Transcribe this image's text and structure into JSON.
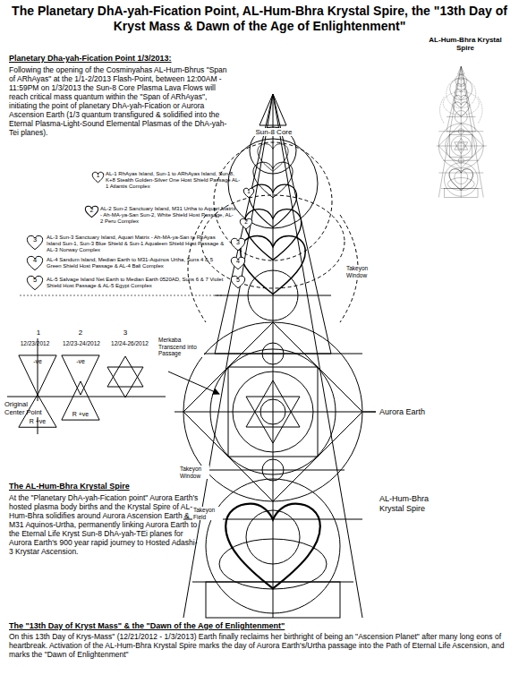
{
  "diagram": {
    "title": "The Planetary DhA-yah-Fication Point, AL-Hum-Bhra Krystal Spire, the \"13th Day of Kryst Mass & Dawn of the Age of Enlightenment\"",
    "nodes": [
      {
        "text": [
          "1"
        ]
      },
      {
        "text": [
          "2"
        ]
      },
      {
        "text": [
          "3"
        ]
      },
      {
        "text": [
          "4"
        ]
      },
      {
        "text": [
          "5"
        ]
      },
      {
        "text": [
          "1"
        ]
      },
      {
        "text": [
          "2"
        ]
      },
      {
        "text": [
          "3"
        ]
      },
      {
        "text": [
          "4"
        ]
      },
      {
        "text": [
          "5"
        ]
      },
      {
        "text": [
          "-ve"
        ]
      },
      {
        "text": [
          "R +ve"
        ]
      },
      {
        "text": [
          "-ve"
        ]
      },
      {
        "text": [
          "R +ve"
        ]
      }
    ],
    "labels": [
      "AL-Hum-Bhra Krystal Spire",
      "Planetary Dha-yah-Fication Point 1/3/2013:",
      "Following the opening of the Cosminyahas AL-Hum-Bhrus \"Span of ARhAyas\" at the 1/1-2/2013 Flash-Point, between 12:00AM - 11:59PM on 1/3/2013 the Sun-8 Core Plasma Lava Flows will reach critical mass quantum within the \"Span of ARhAyas\", initiating the point of planetary DhA-yah-Fication or Aurora Ascension Earth (1/3 quantum transfigured & solidified into the Eternal Plasma-Light-Sound Elemental Plasmas of the DhA-yah-Tei planes).",
      "Sun-8 Core",
      "AL-1 RhAyas Island, Sun-1 to ARhAyas Island, Sun-8, K+8 Stealth Golden-Silver One Host Shield Passage AL-1 Atlantis Complex",
      "AL-2 Sun-2 Sanctuary Island, M31 Urtha to Aquari Matrix - Ah-MA-ya-San Sun-2, White Shield Host Passage, AL-2 Peru Complex",
      "AL-3 Sun-3 Sanctuary Island, Aquari Matrix - Ah-MA-ya-San to RhAyas Island Sun-1, Sun-3 Blue Shield & Sun-1 Aqualeen Shield Host Passage & AL-3 Norway Complex",
      "AL-4 Sandum Island, Median Earth to M31-Aquinos Urtha, Suns 4 & 5 Green Shield Host Passage & AL-4 Bali Complex",
      "AL-5 Salvage Island Net Earth to Median Earth 0520AD, Suns 6 & 7 Violet Shield Host Passage & AL-5 Egypt Complex",
      "Takeyon Window",
      "1",
      "2",
      "3",
      "12/23/2012",
      "12/23-24/2012",
      "12/24-26/2012",
      "Merkaba Transcend into Passage",
      "Original Center Point",
      "Aurora Earth",
      "AL-Hum-Bhra Krystal Spire",
      "Takeyon Window",
      "Takeyon Field",
      "The AL-Hum-Bhra Krystal Spire",
      "At the \"Planetary DhA-yah-Fication point\" Aurora Earth's hosted plasma body births and the Krystal Spire of AL-Hum-Bhra solidifies around Aurora Ascension Earth & M31 Aquinos-Urtha, permanently linking Aurora Earth to the Eternal Life Kryst Sun-8 DhA-yah-TEi planes for Aurora Earth's 900 year rapid journey to Hosted Adashi-3 Krystar Ascension.",
      "The \"13th Day of Kryst Mass\" & the \"Dawn of the Age of Enlightenment\"",
      "On this 13th Day of Krys-Mass\" (12/21/2012 - 1/3/2013) Earth finally reclaims her birthright of being an \"Ascension Planet\" after many long eons of heartbreak. Activation of the AL-Hum-Bhra Krystal Spire marks the day of Aurora Earth's/Urtha passage into the Path of Eternal Life Ascension, and marks the \"Dawn of Enlightenment\""
    ]
  }
}
